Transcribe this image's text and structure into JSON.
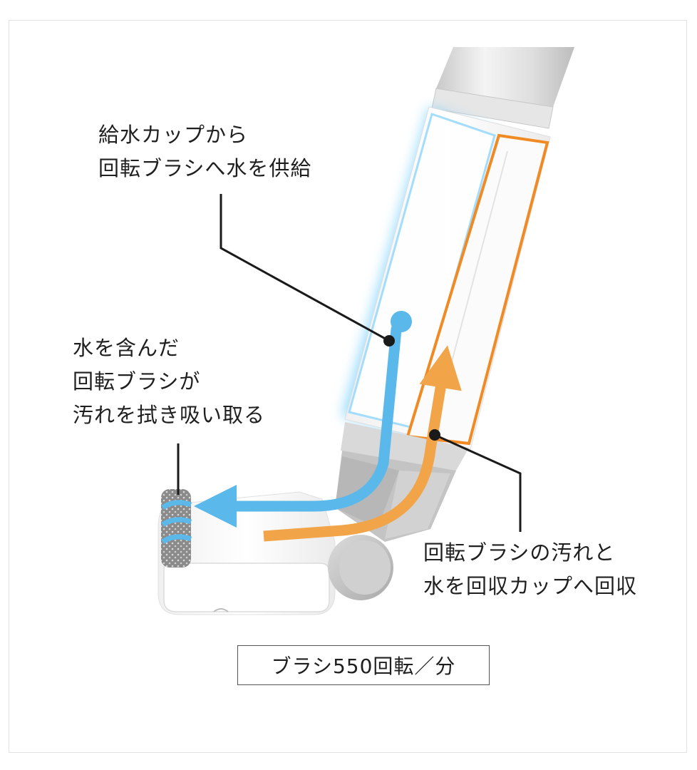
{
  "labels": {
    "supply": [
      "給水カップから",
      "回転ブラシへ水を供給"
    ],
    "brush": [
      "水を含んだ",
      "回転ブラシが",
      "汚れを拭き吸い取る"
    ],
    "recover": [
      "回転ブラシの汚れと",
      "水を回収カップへ回収"
    ]
  },
  "caption": "ブラシ550回転／分",
  "colors": {
    "water_flow": "#5ab8ea",
    "dirty_flow": "#f2a548",
    "glow_blue": "#7fd3ff",
    "outline_orange": "#f08a24",
    "leader_line": "#1a1a1a",
    "body_white": "#f7f7f7",
    "body_grey": "#d6d6d6"
  }
}
